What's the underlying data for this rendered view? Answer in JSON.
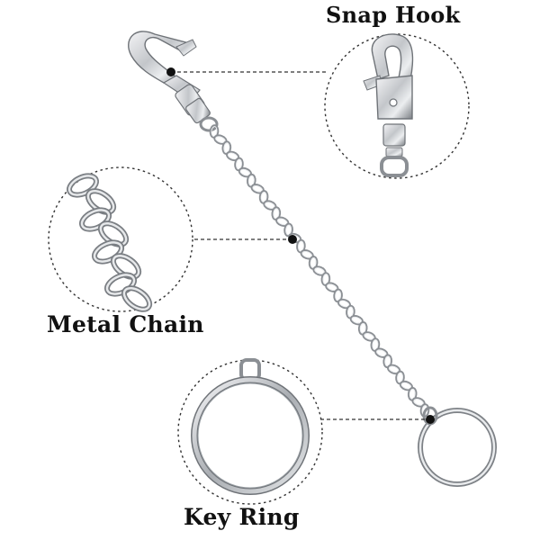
{
  "labels": {
    "snap_hook": "Snap Hook",
    "metal_chain": "Metal Chain",
    "key_ring": "Key Ring"
  },
  "parts": [
    "snap-hook",
    "metal-chain",
    "key-ring"
  ],
  "colors": {
    "background": "#ffffff",
    "metal_light": "#e8e8ea",
    "metal_mid": "#b9bcc0",
    "metal_dark": "#6f7378",
    "dashed_line": "#333333",
    "marker_dot": "#111111"
  }
}
